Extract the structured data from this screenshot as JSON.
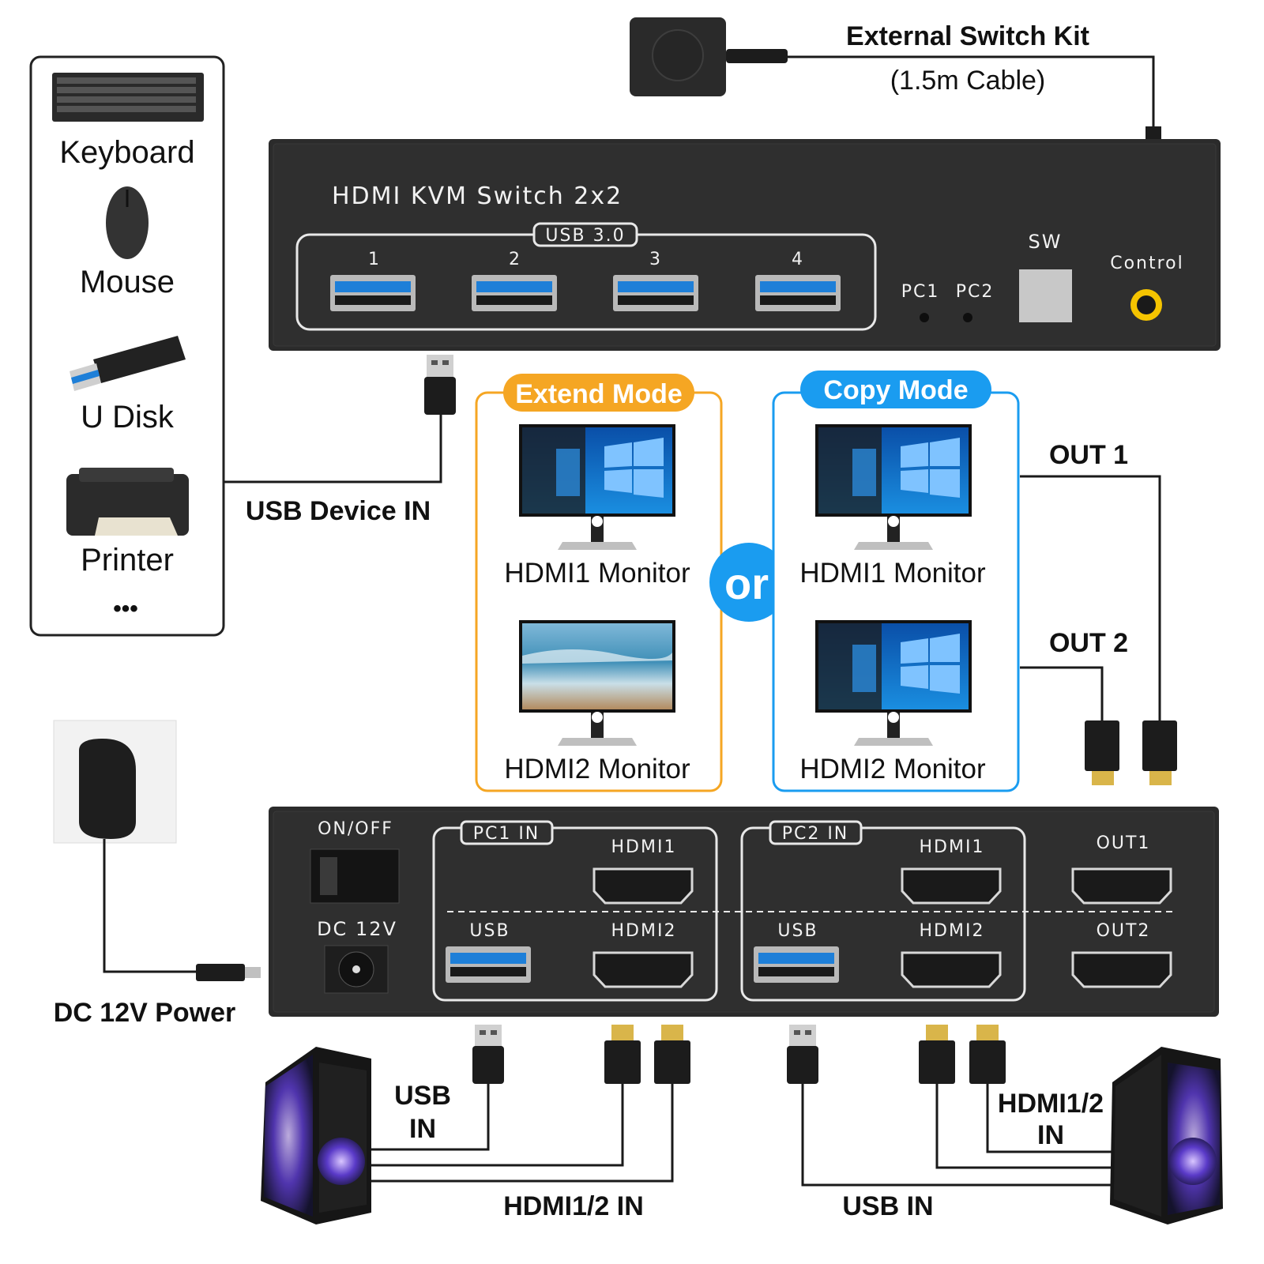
{
  "devices": {
    "keyboard": "Keyboard",
    "mouse": "Mouse",
    "u_disk": "U Disk",
    "printer": "Printer",
    "more": "•••"
  },
  "external_kit": {
    "title": "External Switch Kit",
    "cable": "(1.5m Cable)"
  },
  "front_panel": {
    "title": "HDMI KVM Switch 2x2",
    "usb_group_label": "USB 3.0",
    "usb_ports": [
      "1",
      "2",
      "3",
      "4"
    ],
    "sw_label": "SW",
    "pc1_label": "PC1",
    "pc2_label": "PC2",
    "control_label": "Control"
  },
  "usb_device_in": "USB Device IN",
  "modes": {
    "extend_title": "Extend Mode",
    "copy_title": "Copy Mode",
    "or_label": "or",
    "hdmi1_monitor": "HDMI1 Monitor",
    "hdmi2_monitor": "HDMI2 Monitor"
  },
  "outputs": {
    "out1": "OUT 1",
    "out2": "OUT 2"
  },
  "power": {
    "label": "DC 12V Power"
  },
  "back_panel": {
    "on_off": "ON/OFF",
    "dc": "DC 12V",
    "pc1_in": "PC1 IN",
    "pc2_in": "PC2 IN",
    "hdmi1": "HDMI1",
    "hdmi2": "HDMI2",
    "usb": "USB",
    "out1": "OUT1",
    "out2": "OUT2"
  },
  "bottom_labels": {
    "usb_in_left_1": "USB",
    "usb_in_left_2": "IN",
    "hdmi_in_left": "HDMI1/2 IN",
    "usb_in_right": "USB IN",
    "hdmi_in_right_1": "HDMI1/2",
    "hdmi_in_right_2": "IN"
  },
  "colors": {
    "panel": "#2b2b2b",
    "extend_accent": "#f5a623",
    "copy_accent": "#1a9cf0",
    "usb_blue": "#1e7fd8",
    "control_ring": "#f5c400"
  }
}
